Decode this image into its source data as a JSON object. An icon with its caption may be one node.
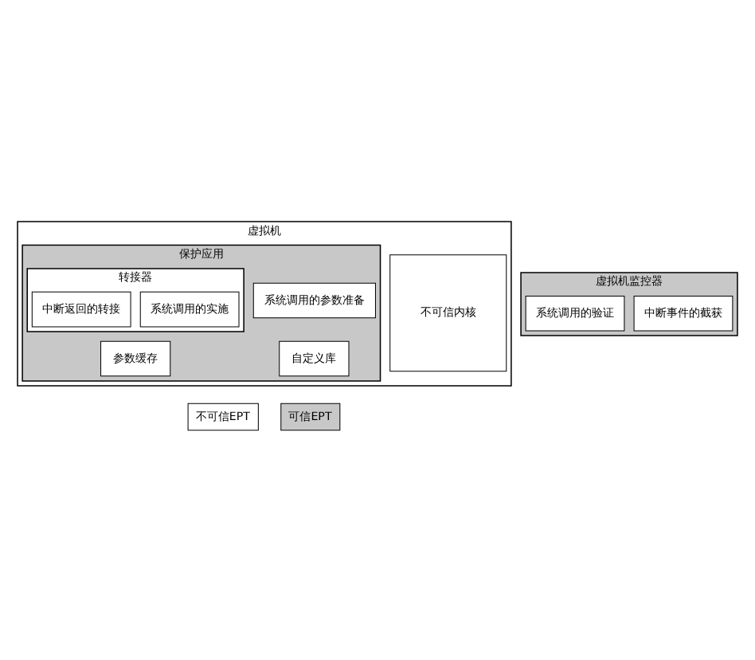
{
  "diagram": {
    "nodes": [
      {
        "text": [
          "虚拟机"
        ]
      },
      {
        "text": [
          "不可信内核"
        ],
        "in": 0
      },
      {
        "text": [
          "保护应用"
        ],
        "in": 0
      },
      {
        "text": [
          "转接器"
        ],
        "in": 2
      },
      {
        "text": [
          "中断返回的转接"
        ],
        "in": 3
      },
      {
        "text": [
          "系统调用的实施"
        ],
        "in": 3
      },
      {
        "text": [
          "参数缓存"
        ],
        "in": 2
      },
      {
        "text": [
          "自定义库"
        ],
        "in": 2
      },
      {
        "text": [
          "系统调用的参数准备"
        ],
        "in": 2
      },
      {
        "text": [
          "虚拟机监控器"
        ]
      },
      {
        "text": [
          "系统调用的验证"
        ],
        "in": 9
      },
      {
        "text": [
          "中断事件的截获"
        ],
        "in": 9
      }
    ],
    "edges": [],
    "legend": [
      {
        "text": "不可信EPT"
      },
      {
        "text": "可信EPT"
      }
    ]
  }
}
